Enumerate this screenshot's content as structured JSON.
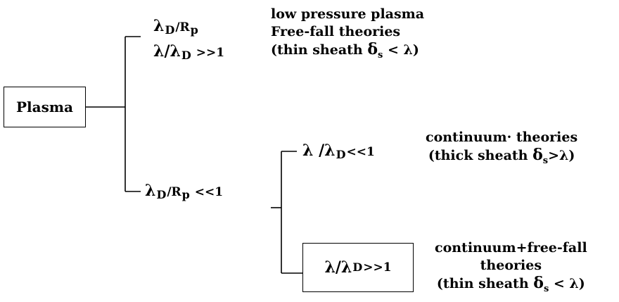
{
  "root": {
    "label": "Plasma"
  },
  "top_branch": {
    "cond1": {
      "lambda": "λ",
      "sub": "D",
      "op": "/R",
      "sub2": "p"
    },
    "cond2": {
      "lambda": "λ",
      "slash": "/",
      "lambda2": "λ",
      "sub": "D",
      "op": " >>1"
    },
    "desc": {
      "line1": "low pressure plasma",
      "line2": "Free-fall theories",
      "line3_pre": "(thin sheath ",
      "line3_delta": "δ",
      "line3_sub": "s",
      "line3_post": " < λ)"
    }
  },
  "bottom_branch": {
    "cond": {
      "lambda": "λ",
      "sub": "D",
      "op": "/R",
      "sub2": "p",
      "tail": " <<1"
    },
    "upper": {
      "cond": {
        "lambda": "λ",
        "slash": " /",
        "lambda2": "λ",
        "sub": "D",
        "op": "<<1"
      },
      "desc": {
        "line1": "continuum· theories",
        "line2_pre": "(thick sheath ",
        "line2_delta": "δ",
        "line2_sub": "s",
        "line2_post": ">λ)"
      }
    },
    "lower": {
      "cond": {
        "lambda": "λ",
        "slash": " /",
        "lambda2": "λ",
        "sub": "D",
        "op": ">>1"
      },
      "desc": {
        "line1": "continuum+free-fall",
        "line2": "theories",
        "line3_pre": "(thin sheath ",
        "line3_delta": "δ",
        "line3_sub": "s",
        "line3_post": " < λ)"
      }
    }
  }
}
